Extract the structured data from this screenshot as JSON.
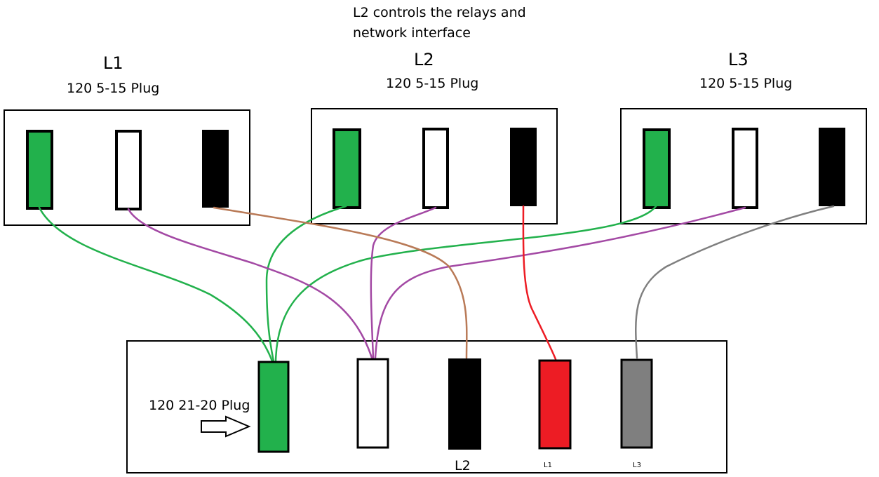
{
  "note": {
    "line1": "L2 controls the relays and",
    "line2": "network interface"
  },
  "colors": {
    "ground": "#22b14c",
    "neutral": "#ffffff",
    "hot": "#000000",
    "red": "#ed1c24",
    "gray": "#7f7f7f",
    "wire_green": "#22b14c",
    "wire_purple": "#a349a4",
    "wire_brown": "#b97a57",
    "wire_red": "#ed1c24",
    "wire_gray": "#7f7f7f"
  },
  "plugs": [
    {
      "id": "L1",
      "title": "L1",
      "subtitle": "120 5-15 Plug"
    },
    {
      "id": "L2",
      "title": "L2",
      "subtitle": "120 5-15 Plug"
    },
    {
      "id": "L3",
      "title": "L3",
      "subtitle": "120 5-15 Plug"
    }
  ],
  "main_plug": {
    "label": "120 21-20 Plug",
    "terminal_labels": {
      "hot_l2": "L2",
      "red_l1": "L1",
      "gray_l3": "L3"
    },
    "arrow_icon": "right-arrow-icon"
  }
}
